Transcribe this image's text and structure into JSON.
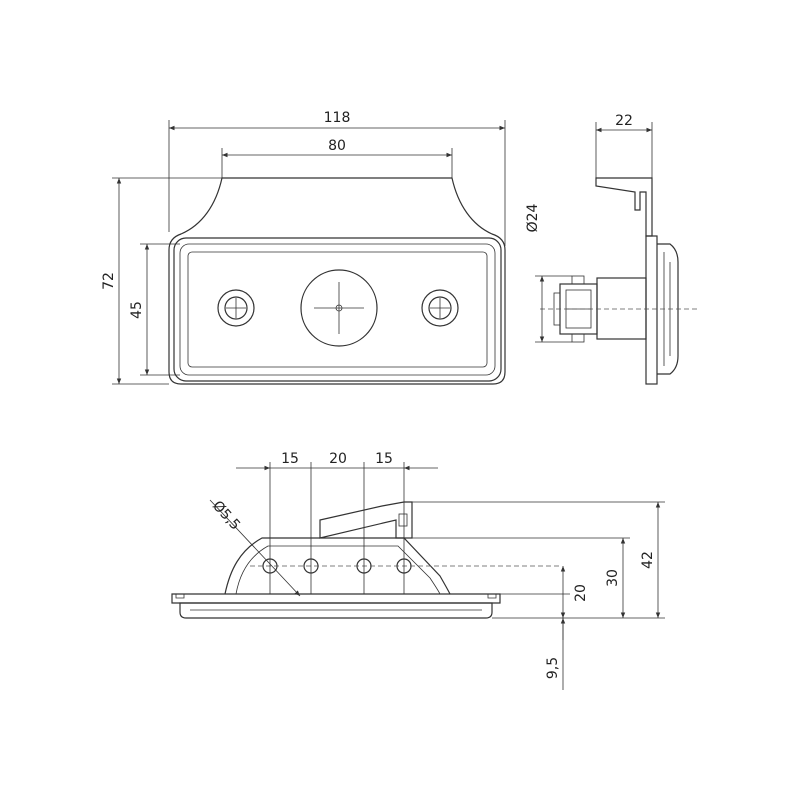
{
  "dimensions": {
    "front": {
      "width_overall": "118",
      "width_top": "80",
      "height_overall": "72",
      "height_lens": "45"
    },
    "side": {
      "depth": "22",
      "diameter": "Ø24"
    },
    "bottom": {
      "spacing_1": "15",
      "spacing_2": "20",
      "spacing_3": "15",
      "hole_diameter": "Ø5,5",
      "height_total": "42",
      "height_mid": "30",
      "height_holes": "20",
      "offset": "9,5"
    }
  }
}
